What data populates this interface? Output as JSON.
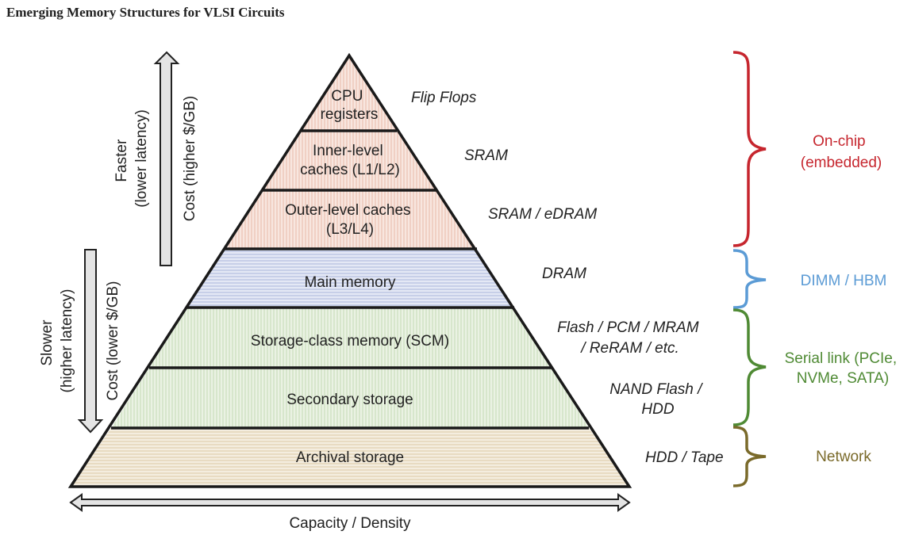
{
  "title": "Emerging Memory Structures for VLSI Circuits",
  "colors": {
    "onchip": "#c6262e",
    "dimm": "#5b9bd5",
    "serial": "#4f8a34",
    "network": "#7a6a2a",
    "fill_registers": "#f4d9cf",
    "fill_main": "#d7dcef",
    "fill_storage": "#dfead4",
    "fill_archival": "#efe6d3",
    "outline": "#1a1a1a",
    "arrow_fill": "#e4e4e4"
  },
  "layers": [
    {
      "id": "cpu-registers",
      "lines": [
        "CPU",
        "registers"
      ],
      "tech": [
        "Flip Flops"
      ]
    },
    {
      "id": "inner-caches",
      "lines": [
        "Inner-level",
        "caches (L1/L2)"
      ],
      "tech": [
        "SRAM"
      ]
    },
    {
      "id": "outer-caches",
      "lines": [
        "Outer-level caches",
        "(L3/L4)"
      ],
      "tech": [
        "SRAM / eDRAM"
      ]
    },
    {
      "id": "main-memory",
      "lines": [
        "Main memory"
      ],
      "tech": [
        "DRAM"
      ]
    },
    {
      "id": "scm",
      "lines": [
        "Storage-class memory (SCM)"
      ],
      "tech": [
        "Flash / PCM / MRAM",
        "/ ReRAM / etc."
      ]
    },
    {
      "id": "secondary",
      "lines": [
        "Secondary storage"
      ],
      "tech": [
        "NAND Flash /",
        "HDD"
      ]
    },
    {
      "id": "archival",
      "lines": [
        "Archival storage"
      ],
      "tech": [
        "HDD / Tape"
      ]
    }
  ],
  "groups": [
    {
      "id": "on-chip",
      "lines": [
        "On-chip",
        "(embedded)"
      ],
      "color_key": "onchip"
    },
    {
      "id": "dimm-hbm",
      "lines": [
        "DIMM / HBM"
      ],
      "color_key": "dimm"
    },
    {
      "id": "serial-link",
      "lines": [
        "Serial link (PCIe,",
        "NVMe, SATA)"
      ],
      "color_key": "serial"
    },
    {
      "id": "network",
      "lines": [
        "Network"
      ],
      "color_key": "network"
    }
  ],
  "axes": {
    "up_speed": [
      "Faster",
      "(lower latency)"
    ],
    "up_cost": [
      "Cost (higher $/GB)"
    ],
    "down_speed": [
      "Slower",
      "(higher latency)"
    ],
    "down_cost": [
      "Cost (lower $/GB)"
    ],
    "capacity": "Capacity / Density"
  }
}
